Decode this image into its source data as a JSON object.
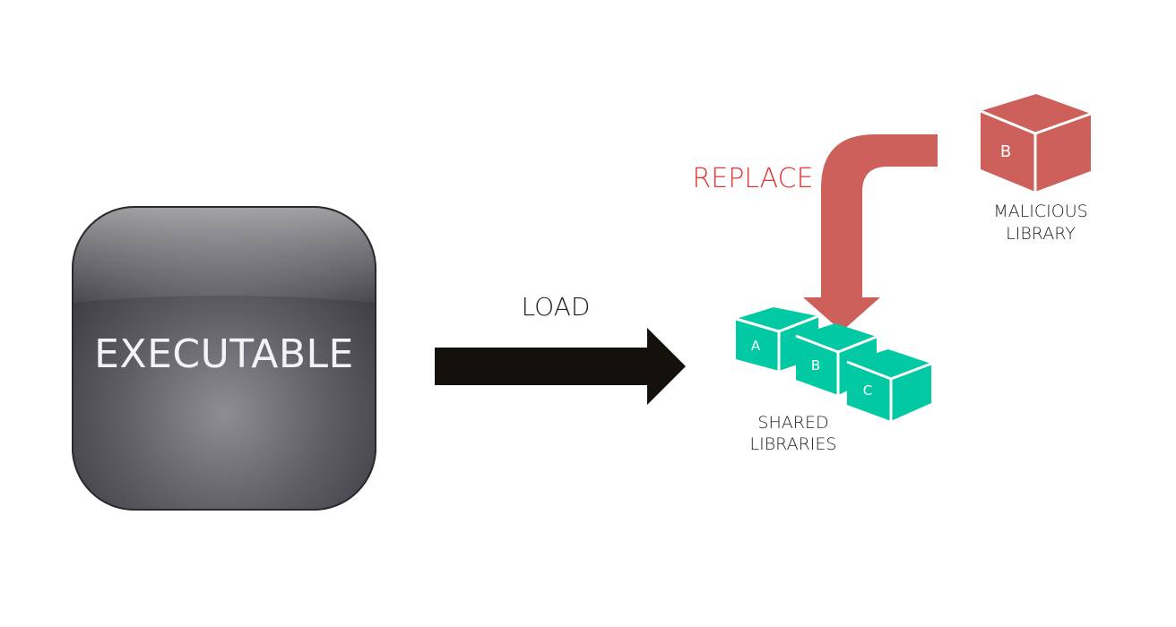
{
  "executable": {
    "label": "EXECUTABLE"
  },
  "load_arrow": {
    "label": "LOAD"
  },
  "replace_arrow": {
    "label": "REPLACE"
  },
  "shared_libraries": {
    "label_line1": "SHARED",
    "label_line2": "LIBRARIES",
    "cubes": [
      {
        "letter": "A"
      },
      {
        "letter": "B"
      },
      {
        "letter": "C"
      }
    ]
  },
  "malicious_library": {
    "label_line1": "MALICIOUS",
    "label_line2": "LIBRARY",
    "cube_letter": "B"
  },
  "colors": {
    "executable_fill": "#5e5d63",
    "arrow_load": "#14110c",
    "arrow_replace": "#cd605b",
    "replace_text": "#e53535",
    "shared_cube": "#00c9a3",
    "malicious_cube": "#cd605b"
  }
}
